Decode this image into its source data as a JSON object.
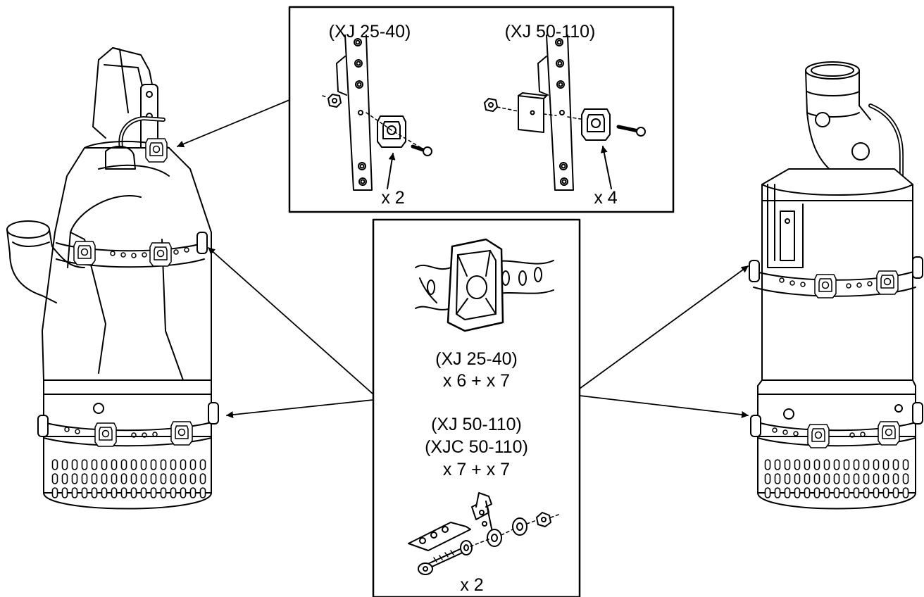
{
  "top_inset": {
    "left_label": "(XJ 25-40)",
    "right_label": "(XJ 50-110)",
    "left_qty": "x 2",
    "right_qty": "x 4"
  },
  "center_panel": {
    "label_a": "(XJ 25-40)",
    "qty_a": "x 6 + x 7",
    "label_b1": "(XJ 50-110)",
    "label_b2": "(XJC 50-110)",
    "qty_b": "x 7 + x 7",
    "qty_bolt": "x 2"
  }
}
